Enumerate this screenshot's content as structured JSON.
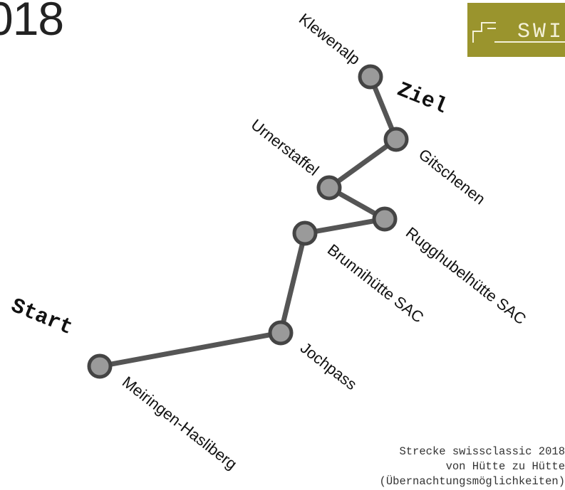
{
  "header": {
    "year_fragment": "018"
  },
  "logo": {
    "text": "SWI"
  },
  "markers": {
    "start": "Start",
    "finish": "Ziel"
  },
  "stations": [
    {
      "id": "meiringen",
      "name": "Meiringen-Hasliberg"
    },
    {
      "id": "jochpass",
      "name": "Jochpass"
    },
    {
      "id": "brunnihuette",
      "name": "Brunnihütte SAC"
    },
    {
      "id": "rugghubel",
      "name": "Rugghubelhütte SAC"
    },
    {
      "id": "urnerstaffel",
      "name": "Urnerstaffel"
    },
    {
      "id": "gitschenen",
      "name": "Gitschenen"
    },
    {
      "id": "klewenalp",
      "name": "Klewenalp"
    }
  ],
  "caption": {
    "line1": "Strecke swissclassic 2018",
    "line2": "von Hütte zu Hütte",
    "line3": "(Übernachtungsmöglichkeiten)"
  },
  "colors": {
    "route": "#555555",
    "node_fill": "#9a9a9a",
    "node_stroke": "#444444",
    "logo_bg": "#9a942d"
  }
}
